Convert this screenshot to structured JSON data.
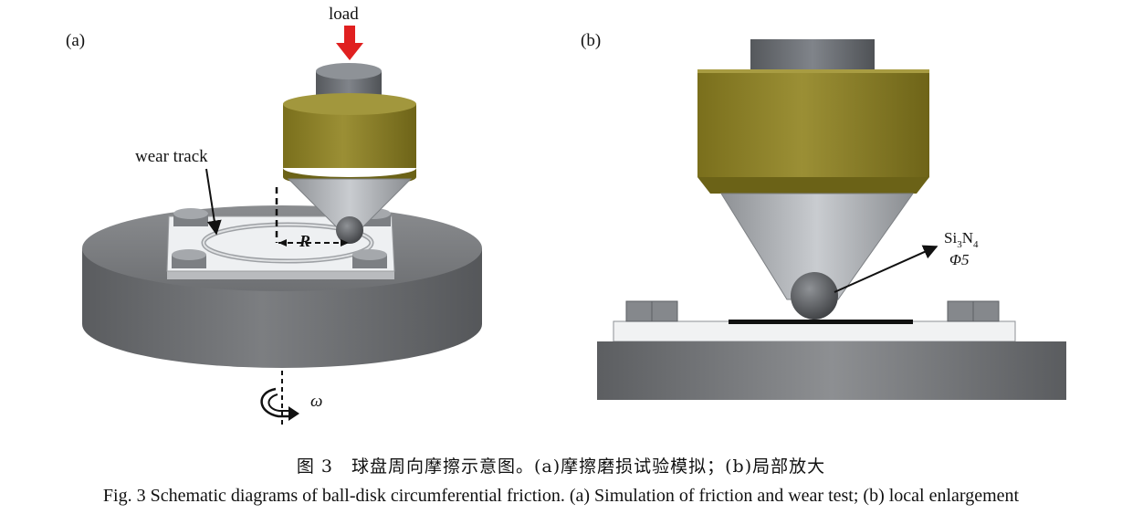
{
  "panel_a": {
    "label": "(a)",
    "load_label": "load",
    "wear_track_label": "wear track",
    "radius_label": "R",
    "omega_label": "ω"
  },
  "panel_b": {
    "label": "(b)",
    "ball_material_base": "Si",
    "ball_material_sub1": "3",
    "ball_material_mid": "N",
    "ball_material_sub2": "4",
    "ball_diameter": "Φ5"
  },
  "caption": {
    "chinese": "图 3　球盘周向摩擦示意图。(a)摩擦磨损试验模拟；(b)局部放大",
    "english": "Fig. 3    Schematic diagrams of ball-disk circumferential friction. (a) Simulation of friction and wear test; (b) local enlargement"
  },
  "colors": {
    "load_arrow": "#e02020",
    "holder_gold": "#8f8428",
    "disk_gray": "#6f7174",
    "cone_gray": "#b4b7bb"
  }
}
